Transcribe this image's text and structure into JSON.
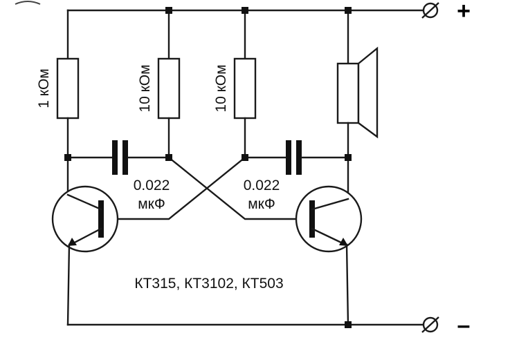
{
  "diagram": {
    "resistors": [
      {
        "label": "1 кОм"
      },
      {
        "label": "10 кОм"
      },
      {
        "label": "10 кОм"
      }
    ],
    "capacitors": [
      {
        "value": "0.022",
        "unit": "мкФ"
      },
      {
        "value": "0.022",
        "unit": "мкФ"
      }
    ],
    "transistors_label": "КТ315, КТ3102, КТ503",
    "terminals": {
      "positive": "+",
      "negative": "–"
    },
    "components": {
      "speaker": "speaker-icon",
      "transistor": "npn-transistor-icon",
      "terminal": "terminal-circle-icon"
    },
    "colors": {
      "ink": "#111111",
      "background": "#ffffff"
    }
  }
}
